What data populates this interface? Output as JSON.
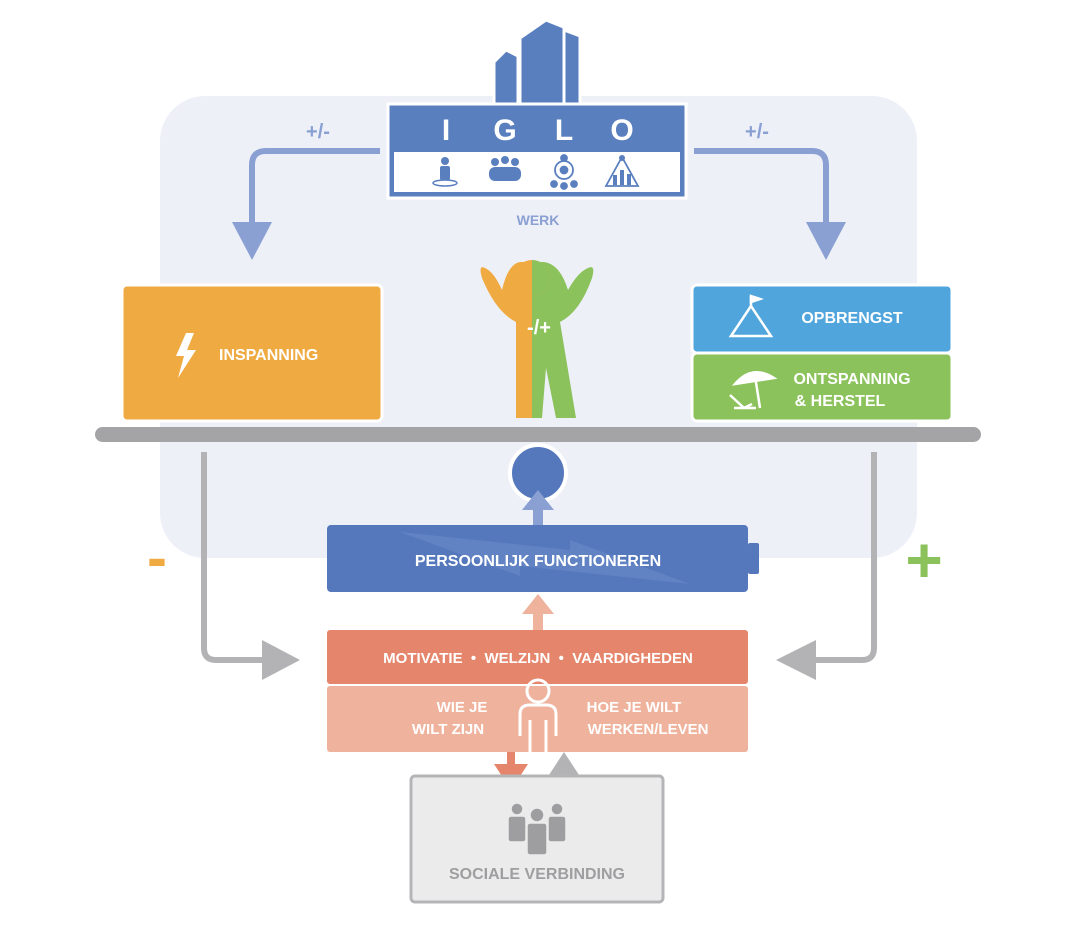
{
  "colors": {
    "background_panel": "#eef0f8",
    "iglo_blue": "#5a7fbf",
    "arrow_blue": "#8aa0d2",
    "inspanning_orange": "#efaa42",
    "opbrengst_blue": "#4fa5dc",
    "ontspanning_green": "#8cc25c",
    "beam_gray": "#a4a4a6",
    "arrow_gray": "#b3b3b5",
    "functioneren_blue": "#5578bd",
    "motivatie_salmon": "#e5866c",
    "wie_je_peach": "#efb39d",
    "sociale_gray_fill": "#ebebec",
    "sociale_gray_border": "#b5b5b7",
    "sociale_text": "#9e9ea0",
    "minus_orange": "#efaa42",
    "plus_green": "#8cc25c"
  },
  "iglo": {
    "letters": [
      "I",
      "G",
      "L",
      "O"
    ],
    "icons": [
      "individual-icon",
      "group-icon",
      "network-icon",
      "organisation-chart-icon"
    ],
    "caption": "WERK"
  },
  "left_arrow_label": "+/-",
  "right_arrow_label": "+/-",
  "inspanning": {
    "label": "INSPANNING",
    "icon": "lightning-icon"
  },
  "person": {
    "label": "-/+"
  },
  "opbrengst": {
    "label": "OPBRENGST",
    "icon": "mountain-flag-icon"
  },
  "ontspanning": {
    "line1": "ONTSPANNING",
    "line2": "& HERSTEL",
    "icon": "beach-chair-icon"
  },
  "minus_sign": "-",
  "plus_sign": "+",
  "functioneren": {
    "label": "PERSOONLIJK FUNCTIONEREN"
  },
  "motivatie": {
    "label": "MOTIVATIE  •  WELZIJN  •  VAARDIGHEDEN"
  },
  "wie_je": {
    "line1": "WIE JE",
    "line2": "WILT ZIJN"
  },
  "hoe_je": {
    "line1": "HOE JE WILT",
    "line2": "WERKEN/LEVEN"
  },
  "sociale": {
    "label": "SOCIALE VERBINDING",
    "icon": "people-icon"
  }
}
